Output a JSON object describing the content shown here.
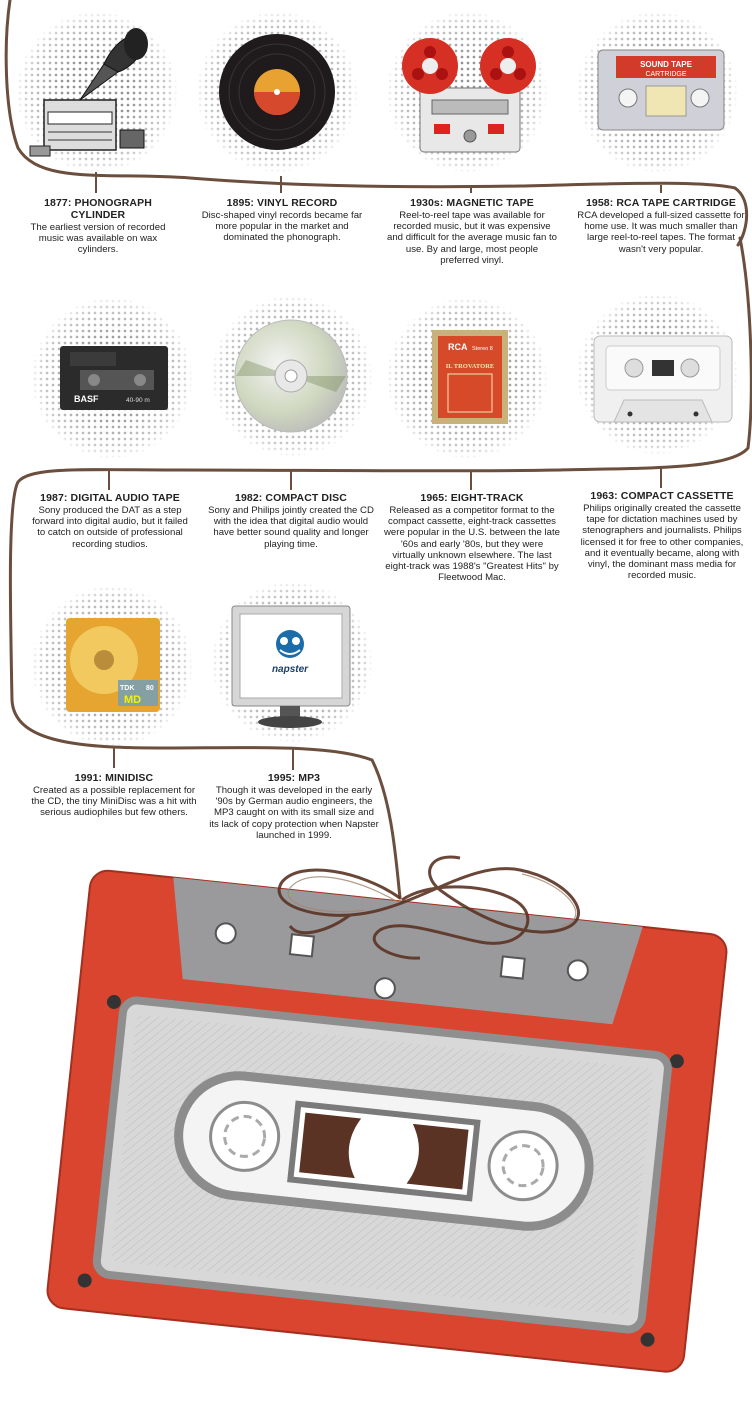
{
  "timeline": [
    {
      "id": "phonograph",
      "title": "1877: PHONOGRAPH CYLINDER",
      "desc": "The earliest version of recorded music was available on wax cylinders.",
      "icon": "phonograph-icon"
    },
    {
      "id": "vinyl",
      "title": "1895: VINYL RECORD",
      "desc": "Disc-shaped vinyl records became far more popular in the market and dominated the phonograph.",
      "icon": "vinyl-record-icon"
    },
    {
      "id": "magnetic",
      "title": "1930s: MAGNETIC TAPE",
      "desc": "Reel-to-reel tape was available for recorded music, but it was expensive and difficult for the average music fan to use. By and large, most people preferred vinyl.",
      "icon": "reel-to-reel-icon"
    },
    {
      "id": "rca",
      "title": "1958: RCA TAPE CARTRIDGE",
      "desc": "RCA developed a full-sized cassette for home use. It was much smaller than large reel-to-reel tapes. The format wasn't very popular.",
      "icon": "rca-cartridge-icon",
      "label_top": "SOUND TAPE",
      "label_sub": "CARTRIDGE"
    },
    {
      "id": "dat",
      "title": "1987: DIGITAL AUDIO TAPE",
      "desc": "Sony produced the DAT as a step forward into digital audio, but it failed to catch on outside of professional recording studios.",
      "icon": "dat-tape-icon",
      "brand": "BASF",
      "spec": "40-90 m"
    },
    {
      "id": "cd",
      "title": "1982: COMPACT DISC",
      "desc": "Sony and Philips jointly created the CD with the idea that digital audio would have better sound quality and longer playing time.",
      "icon": "compact-disc-icon"
    },
    {
      "id": "eight",
      "title": "1965: EIGHT-TRACK",
      "desc": "Released as a competitor format to the compact cassette, eight-track cassettes were popular in the U.S. between the late '60s and early '80s, but they were virtually unknown elsewhere. The last eight-track was 1988's \"Greatest Hits\" by Fleetwood Mac.",
      "icon": "eight-track-icon",
      "brand": "RCA",
      "album": "IL TROVATORE",
      "stereo": "Stereo 8"
    },
    {
      "id": "cassette",
      "title": "1963: COMPACT CASSETTE",
      "desc": "Philips originally created the cassette tape for dictation machines used by stenographers and journalists. Philips licensed it for free to other companies, and it eventually became, along with vinyl, the dominant mass media for recorded music.",
      "icon": "compact-cassette-icon"
    },
    {
      "id": "minidisc",
      "title": "1991: MINIDISC",
      "desc": "Created as a possible replacement for the CD, the tiny MiniDisc was a hit with serious audiophiles but few others.",
      "icon": "minidisc-icon",
      "brand": "TDK",
      "format": "MD",
      "capacity": "80"
    },
    {
      "id": "mp3",
      "title": "1995: MP3",
      "desc": "Though it was developed in the early '90s by German audio engineers, the MP3 caught on with its small size and its lack of copy protection when Napster launched in 1999.",
      "icon": "monitor-napster-icon",
      "brand": "napster"
    }
  ],
  "colors": {
    "cord": "#6b4e3d",
    "cassette_red": "#d9452f",
    "cassette_gray": "#9a9a9c",
    "tape_brown": "#5a3324"
  }
}
